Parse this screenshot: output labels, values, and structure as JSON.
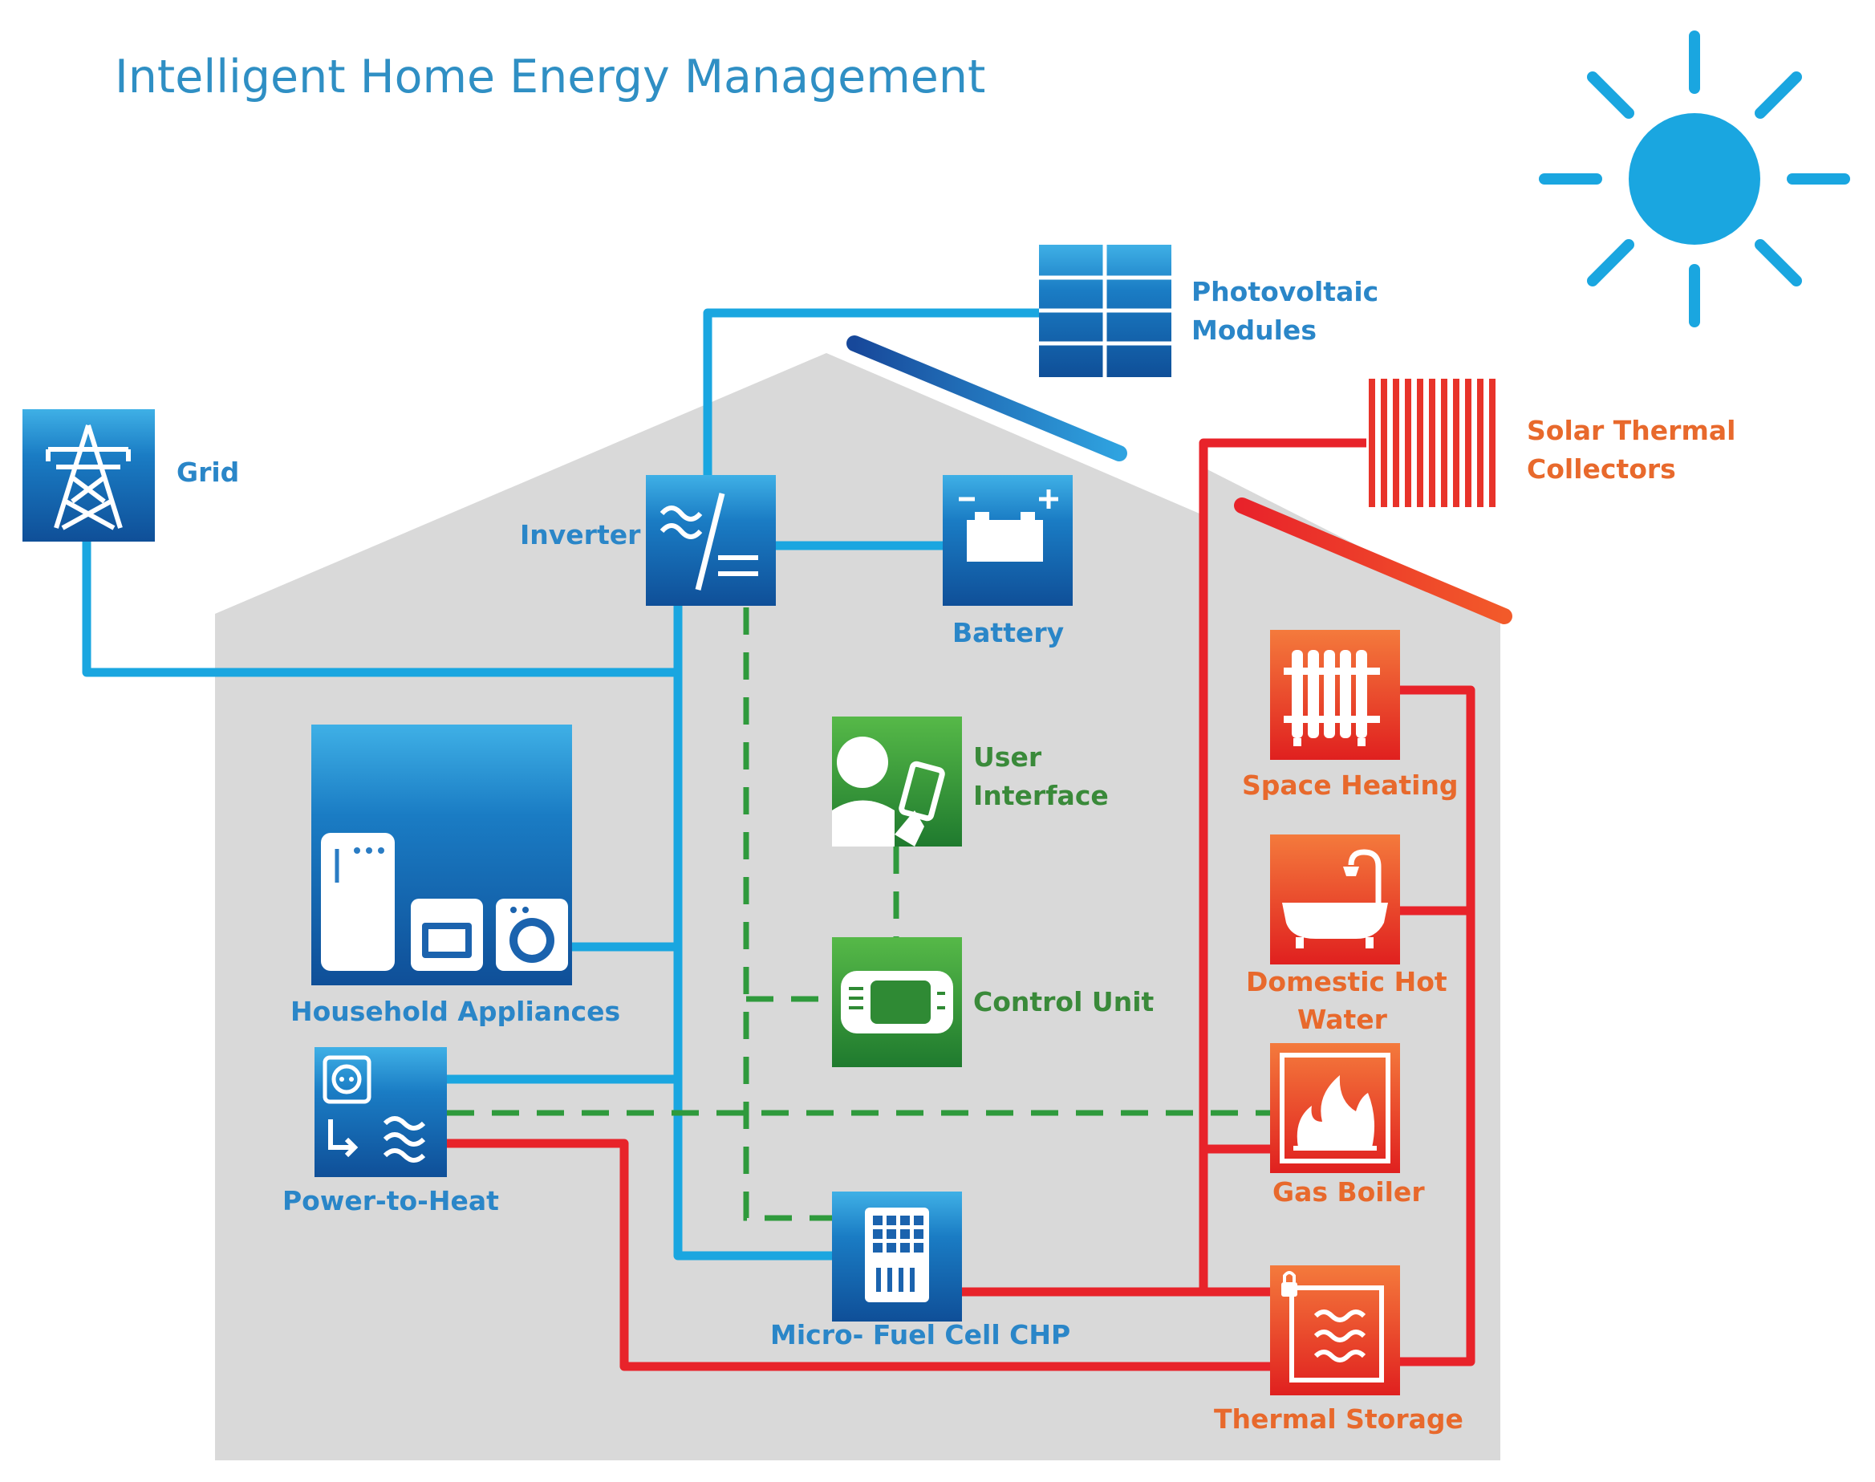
{
  "title": "Intelligent Home Energy Management",
  "labels": {
    "grid": "Grid",
    "inverter": "Inverter",
    "pv_line1": "Photovoltaic",
    "pv_line2": "Modules",
    "battery": "Battery",
    "solar_thermal_line1": "Solar Thermal",
    "solar_thermal_line2": "Collectors",
    "user_interface_line1": "User",
    "user_interface_line2": "Interface",
    "control_unit": "Control Unit",
    "household_appliances": "Household Appliances",
    "power_to_heat": "Power-to-Heat",
    "micro_chp": "Micro- Fuel Cell CHP",
    "space_heating": "Space Heating",
    "dhw_line1": "Domestic Hot",
    "dhw_line2": "Water",
    "gas_boiler": "Gas Boiler",
    "thermal_storage": "Thermal Storage"
  },
  "icons": {
    "sun": "sun-icon",
    "grid": "power-pylon-icon",
    "pv": "solar-panel-icon",
    "inverter": "ac-dc-converter-icon",
    "battery": "battery-icon",
    "solar_thermal": "solar-thermal-collector-icon",
    "user_interface": "user-with-tablet-icon",
    "control_unit": "control-display-icon",
    "appliances": "fridge-oven-washer-icon",
    "power_to_heat": "socket-to-heat-icon",
    "micro_chp": "fuel-cell-icon",
    "space_heating": "radiator-icon",
    "dhw": "bathtub-icon",
    "gas_boiler": "flame-icon",
    "thermal_storage": "heat-storage-tank-icon"
  },
  "colors": {
    "electric": "#1aa6e0",
    "heat": "#e8232a",
    "control": "#2f9a3c",
    "house": "#d9d9d9",
    "title": "#2f8fc4"
  }
}
